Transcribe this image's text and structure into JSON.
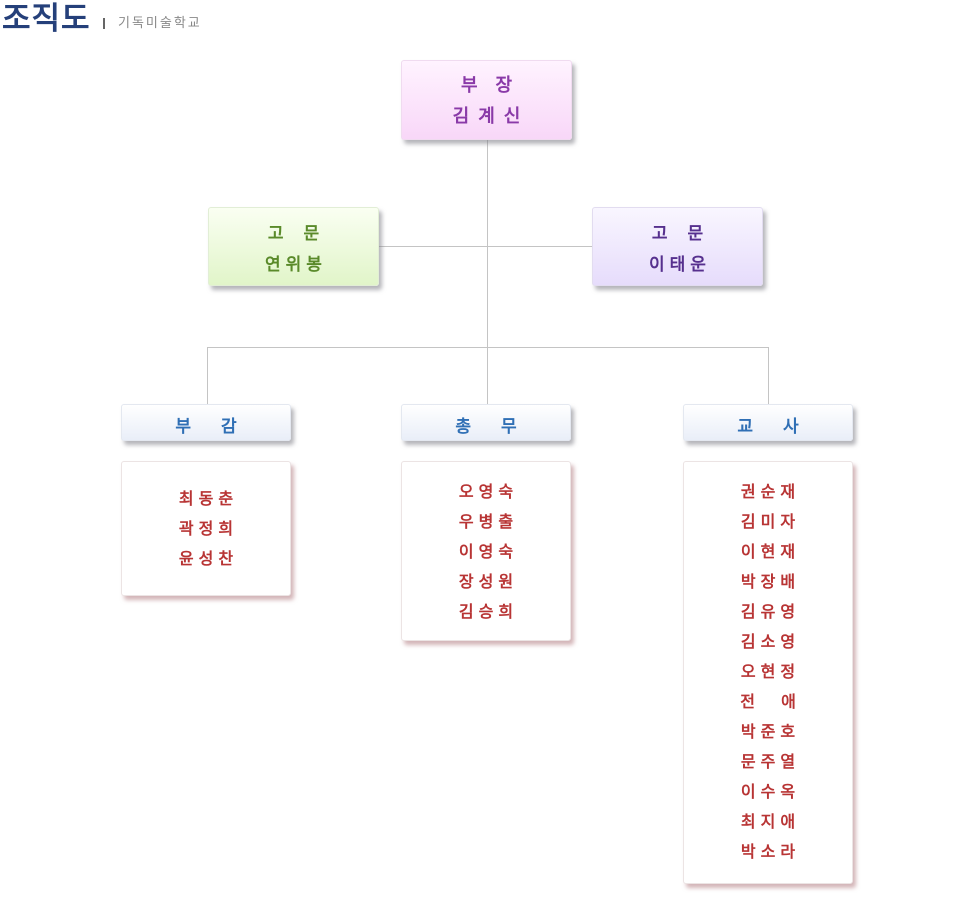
{
  "header": {
    "title": "조직도",
    "subtitle": "기독미술학교"
  },
  "head": {
    "role": "부장",
    "name": "김계신"
  },
  "advisors": [
    {
      "role": "고문",
      "name": "연위봉"
    },
    {
      "role": "고문",
      "name": "이태운"
    }
  ],
  "departments": [
    {
      "title": "부감",
      "members": [
        "최동춘",
        "곽정희",
        "윤성찬"
      ]
    },
    {
      "title": "총무",
      "members": [
        "오영숙",
        "우병출",
        "이영숙",
        "장성원",
        "김승희"
      ]
    },
    {
      "title": "교사",
      "members": [
        "권순재",
        "김미자",
        "이현재",
        "박장배",
        "김유영",
        "김소영",
        "오현정",
        "전  애",
        "박준호",
        "문주열",
        "이수옥",
        "최지애",
        "박소라"
      ]
    }
  ],
  "colors": {
    "title": "#25407a",
    "head_text": "#8a3aa8",
    "advisor_left_text": "#5a8a2a",
    "advisor_right_text": "#56308e",
    "dept_text": "#2f6fb5",
    "member_text": "#b83434",
    "connector": "#c4c4c4"
  }
}
